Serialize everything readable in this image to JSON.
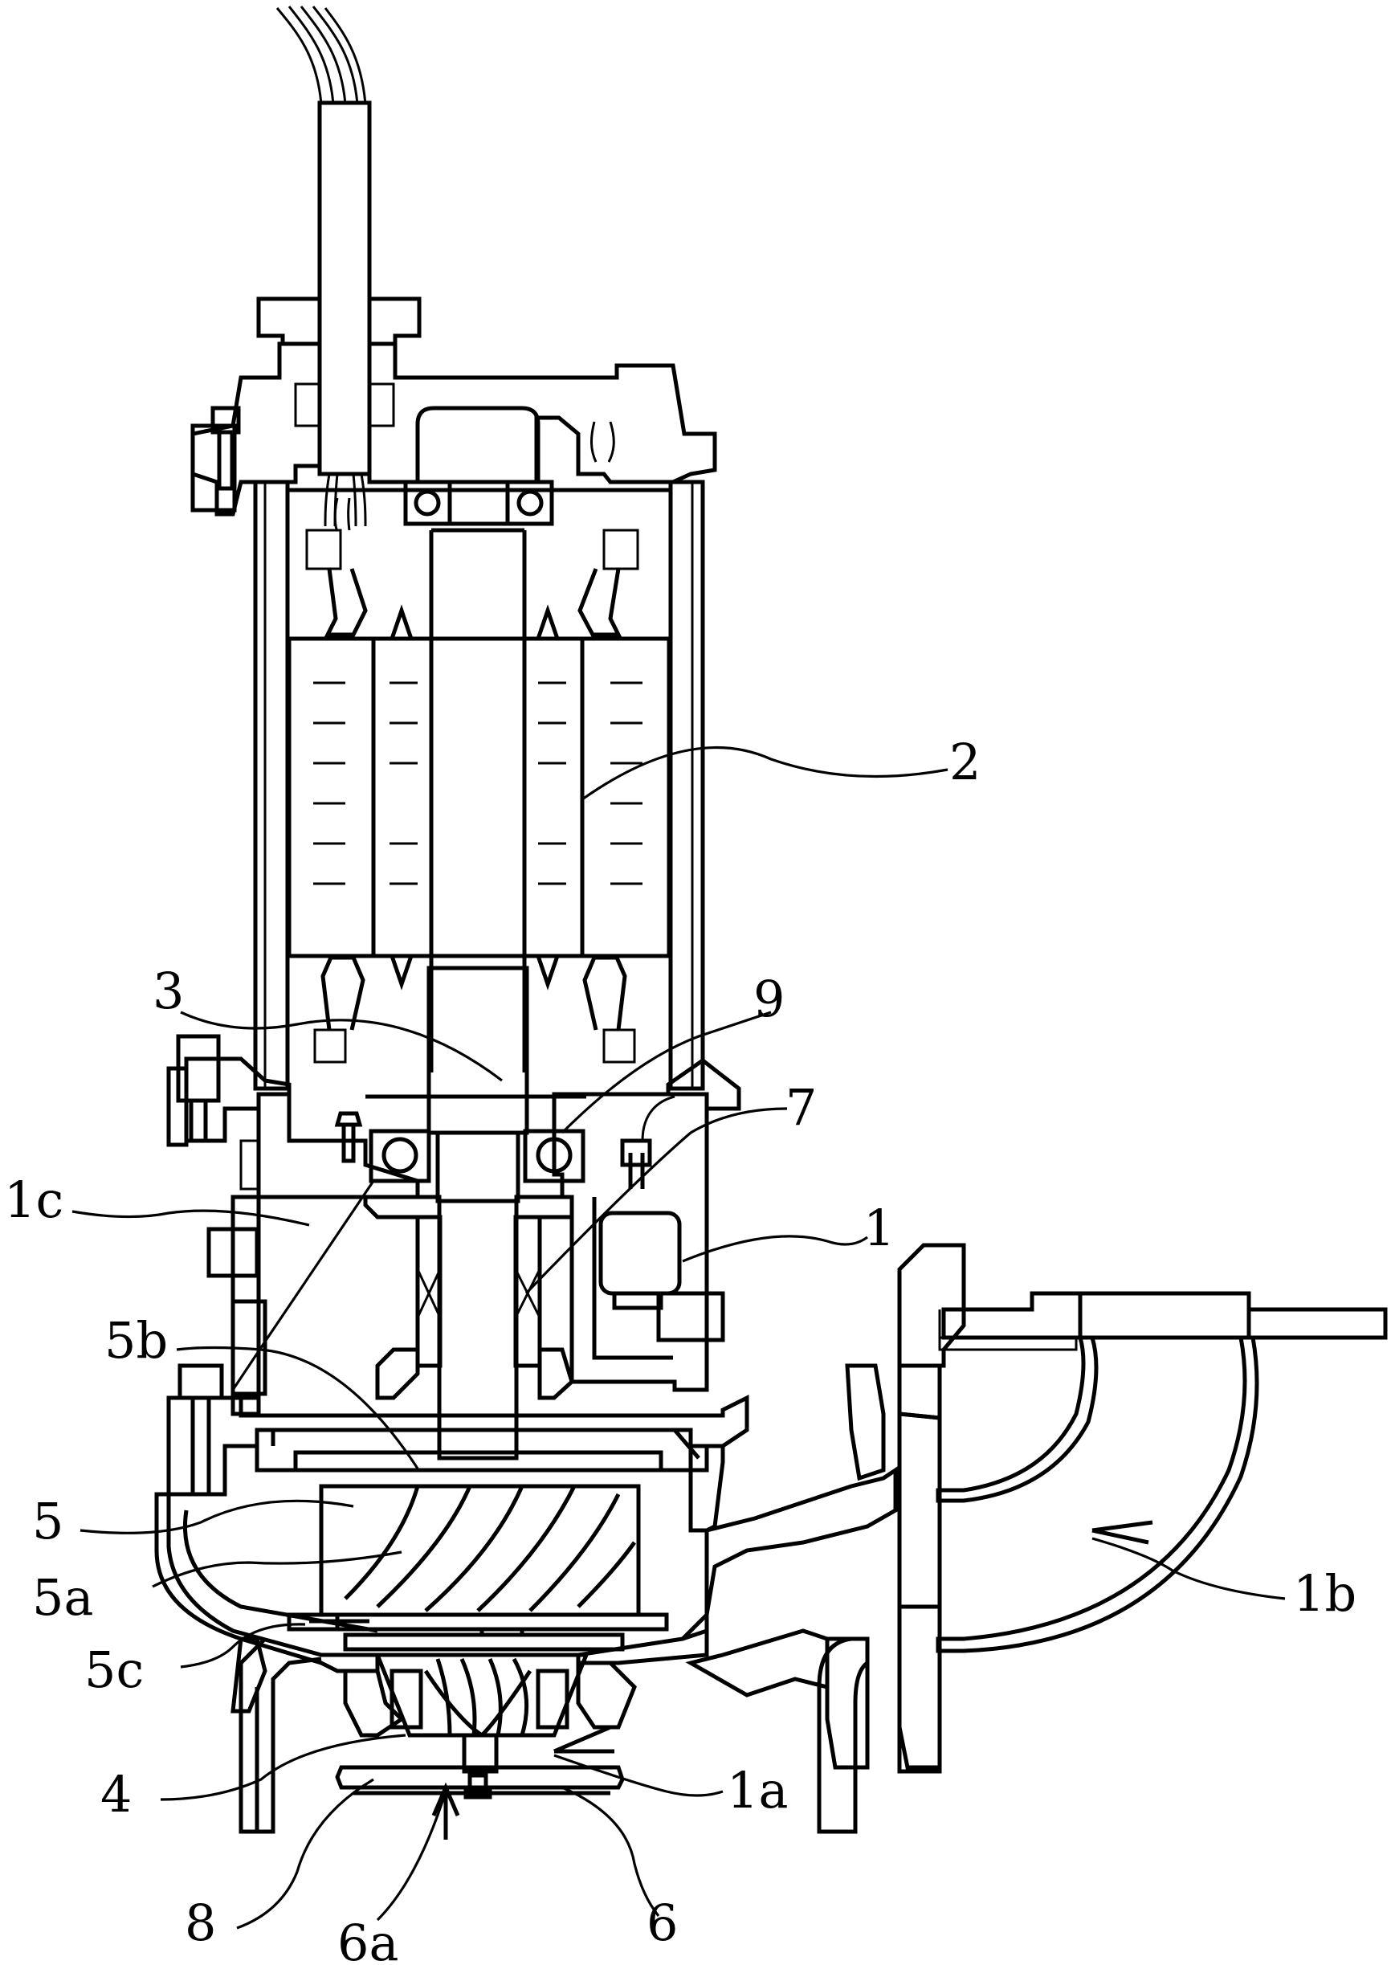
{
  "labels": {
    "l2": "2",
    "l3": "3",
    "l9": "9",
    "l7": "7",
    "l1": "1",
    "l1c": "1c",
    "l5b": "5b",
    "l5": "5",
    "l5a": "5a",
    "l5c": "5c",
    "l4": "4",
    "l1a": "1a",
    "l1b": "1b",
    "l8": "8",
    "l6a": "6a",
    "l6": "6"
  }
}
